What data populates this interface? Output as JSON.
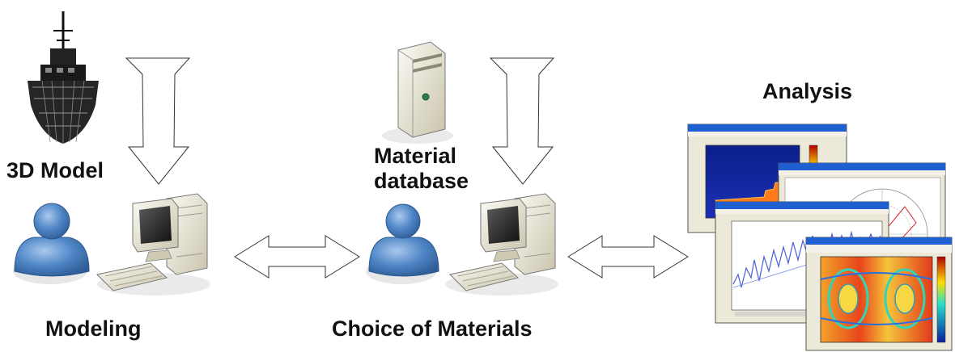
{
  "labels": {
    "model_3d": "3D Model",
    "modeling": "Modeling",
    "material_db_line1": "Material",
    "material_db_line2": "database",
    "choice": "Choice of Materials",
    "analysis": "Analysis"
  },
  "icons": [
    "ship-icon",
    "person-icon",
    "computer-icon",
    "server-icon",
    "down-arrow-icon",
    "double-arrow-icon",
    "analysis-window-icon"
  ],
  "colors": {
    "person": "#4f86c6",
    "person_dark": "#2f5d97",
    "window_title": "#1f5fcf",
    "heatmap_hot": "#e84a1c",
    "plot_line": "#4a5ed8"
  }
}
